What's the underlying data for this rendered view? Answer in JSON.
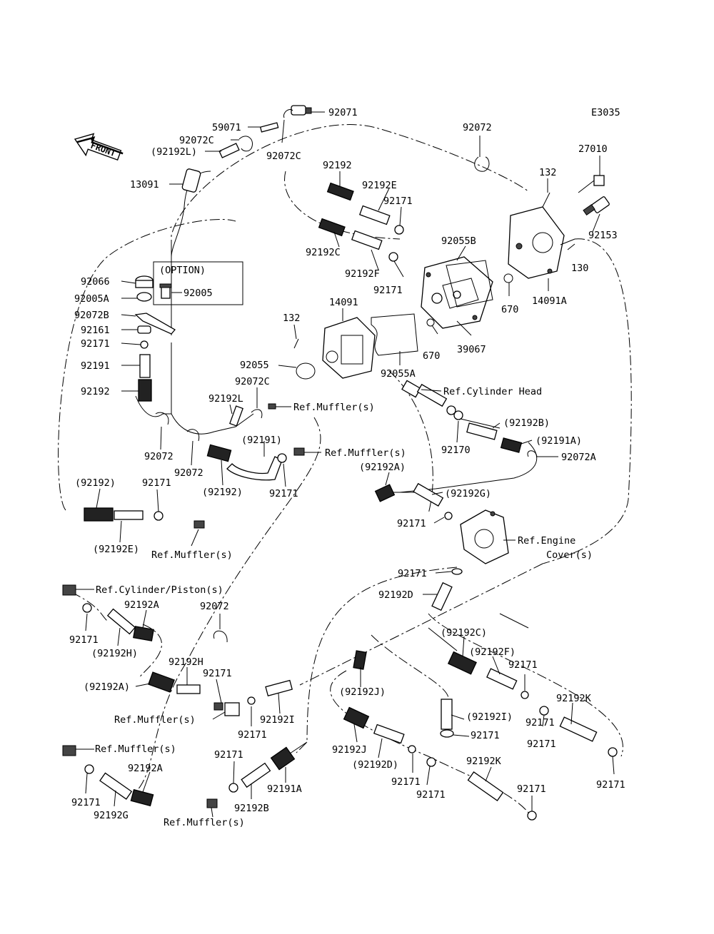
{
  "diagram_code": "E3035",
  "front_label": "FRONT",
  "option_label": "(OPTION)",
  "labels": [
    {
      "key": "p92071",
      "text": "92071"
    },
    {
      "key": "p59071",
      "text": "59071"
    },
    {
      "key": "p92072C_a",
      "text": "92072C"
    },
    {
      "key": "p92192L_a",
      "text": "(92192L)"
    },
    {
      "key": "p92072C_b",
      "text": "92072C"
    },
    {
      "key": "p13091",
      "text": "13091"
    },
    {
      "key": "p92072_top",
      "text": "92072"
    },
    {
      "key": "p27010",
      "text": "27010"
    },
    {
      "key": "p132_a",
      "text": "132"
    },
    {
      "key": "p92153",
      "text": "92153"
    },
    {
      "key": "p130",
      "text": "130"
    },
    {
      "key": "p14091A",
      "text": "14091A"
    },
    {
      "key": "p92192_a",
      "text": "92192"
    },
    {
      "key": "p92192E_a",
      "text": "92192E"
    },
    {
      "key": "p92171_a",
      "text": "92171"
    },
    {
      "key": "p92192C_a",
      "text": "92192C"
    },
    {
      "key": "p92192F_a",
      "text": "92192F"
    },
    {
      "key": "p92171_b",
      "text": "92171"
    },
    {
      "key": "p92055B",
      "text": "92055B"
    },
    {
      "key": "p670_a",
      "text": "670"
    },
    {
      "key": "p670_b",
      "text": "670"
    },
    {
      "key": "p39067",
      "text": "39067"
    },
    {
      "key": "p92066",
      "text": "92066"
    },
    {
      "key": "p92005A",
      "text": "92005A"
    },
    {
      "key": "p92005",
      "text": "92005"
    },
    {
      "key": "p92072B",
      "text": "92072B"
    },
    {
      "key": "p92161",
      "text": "92161"
    },
    {
      "key": "p92171_c",
      "text": "92171"
    },
    {
      "key": "p92191_a",
      "text": "92191"
    },
    {
      "key": "p92192_b",
      "text": "92192"
    },
    {
      "key": "p132_b",
      "text": "132"
    },
    {
      "key": "p14091",
      "text": "14091"
    },
    {
      "key": "p92055",
      "text": "92055"
    },
    {
      "key": "p92072C_c",
      "text": "92072C"
    },
    {
      "key": "p92055A",
      "text": "92055A"
    },
    {
      "key": "ref_cyl_head",
      "text": "Ref.Cylinder Head"
    },
    {
      "key": "p92192L_b",
      "text": "92192L"
    },
    {
      "key": "ref_muffler_a",
      "text": "Ref.Muffler(s)"
    },
    {
      "key": "p92191_b",
      "text": "(92191)"
    },
    {
      "key": "ref_muffler_b",
      "text": "Ref.Muffler(s)"
    },
    {
      "key": "p92170",
      "text": "92170"
    },
    {
      "key": "p92192B_a",
      "text": "(92192B)"
    },
    {
      "key": "p92191A_a",
      "text": "(92191A)"
    },
    {
      "key": "p92072A",
      "text": "92072A"
    },
    {
      "key": "p92072_a",
      "text": "92072"
    },
    {
      "key": "p92072_b",
      "text": "92072"
    },
    {
      "key": "p92192_c",
      "text": "(92192)"
    },
    {
      "key": "p92171_d",
      "text": "92171"
    },
    {
      "key": "p92192A_a",
      "text": "(92192A)"
    },
    {
      "key": "p92192G_a",
      "text": "(92192G)"
    },
    {
      "key": "p92192_d",
      "text": "(92192)"
    },
    {
      "key": "p92171_e",
      "text": "92171"
    },
    {
      "key": "p92192E_b",
      "text": "(92192E)"
    },
    {
      "key": "ref_muffler_c",
      "text": "Ref.Muffler(s)"
    },
    {
      "key": "p92171_f",
      "text": "92171"
    },
    {
      "key": "ref_engine_cover_1",
      "text": "Ref.Engine"
    },
    {
      "key": "ref_engine_cover_2",
      "text": "Cover(s)"
    },
    {
      "key": "p92171_g",
      "text": "92171"
    },
    {
      "key": "p92192D_a",
      "text": "92192D"
    },
    {
      "key": "ref_cyl_piston",
      "text": "Ref.Cylinder/Piston(s)"
    },
    {
      "key": "p92192A_b",
      "text": "92192A"
    },
    {
      "key": "p92072_c",
      "text": "92072"
    },
    {
      "key": "p92171_h",
      "text": "92171"
    },
    {
      "key": "p92192H_a",
      "text": "(92192H)"
    },
    {
      "key": "p92192H_b",
      "text": "92192H"
    },
    {
      "key": "p92192A_c",
      "text": "(92192A)"
    },
    {
      "key": "p92171_i",
      "text": "92171"
    },
    {
      "key": "ref_muffler_d",
      "text": "Ref.Muffler(s)"
    },
    {
      "key": "p92171_j",
      "text": "92171"
    },
    {
      "key": "p92192I_a",
      "text": "92192I"
    },
    {
      "key": "p92192C_b",
      "text": "(92192C)"
    },
    {
      "key": "p92192F_b",
      "text": "(92192F)"
    },
    {
      "key": "p92171_k",
      "text": "92171"
    },
    {
      "key": "p92192J_a",
      "text": "(92192J)"
    },
    {
      "key": "p92192K_a",
      "text": "92192K"
    },
    {
      "key": "p92192I_b",
      "text": "(92192I)"
    },
    {
      "key": "p92171_l",
      "text": "92171"
    },
    {
      "key": "p92171_m",
      "text": "92171"
    },
    {
      "key": "ref_muffler_e",
      "text": "Ref.Muffler(s)"
    },
    {
      "key": "p92192A_d",
      "text": "92192A"
    },
    {
      "key": "p92171_n",
      "text": "92171"
    },
    {
      "key": "p92171_o",
      "text": "92171"
    },
    {
      "key": "p92192J_b",
      "text": "92192J"
    },
    {
      "key": "p92192D_b",
      "text": "(92192D)"
    },
    {
      "key": "p92192K_b",
      "text": "92192K"
    },
    {
      "key": "p92171_p",
      "text": "92171"
    },
    {
      "key": "p92171_q",
      "text": "92171"
    },
    {
      "key": "p92171_r",
      "text": "92171"
    },
    {
      "key": "p92192G_b",
      "text": "92192G"
    },
    {
      "key": "p92192B_b",
      "text": "92192B"
    },
    {
      "key": "p92191A_b",
      "text": "92191A"
    },
    {
      "key": "ref_muffler_f",
      "text": "Ref.Muffler(s)"
    },
    {
      "key": "p92171_s",
      "text": "92171"
    },
    {
      "key": "p92171_t",
      "text": "92171"
    }
  ]
}
